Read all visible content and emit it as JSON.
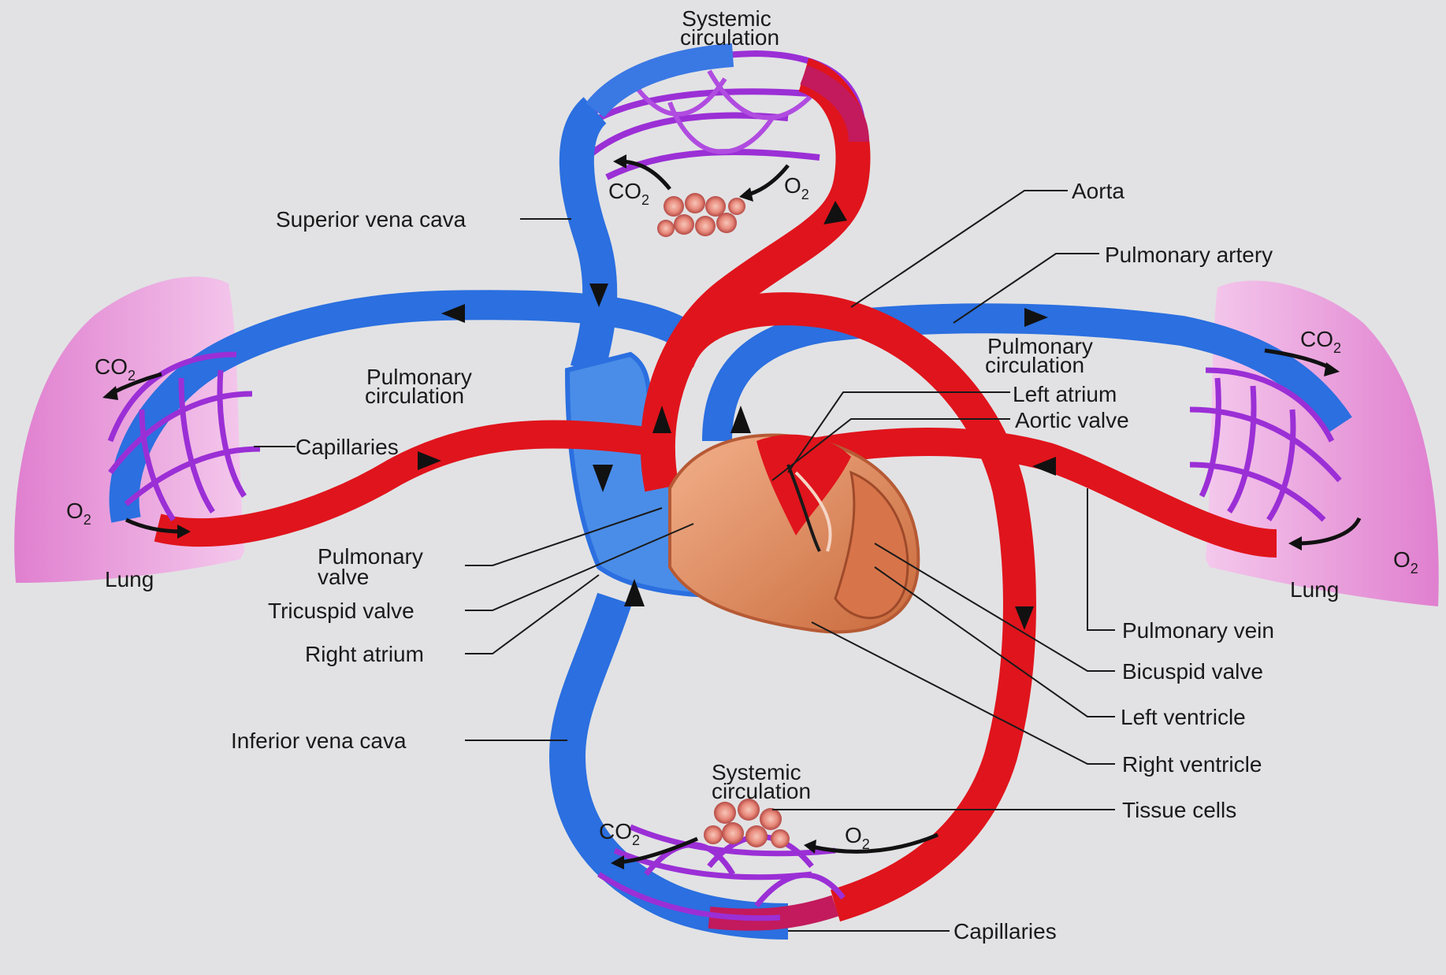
{
  "labels": {
    "systemic_top_1": "Systemic",
    "systemic_top_2": "circulation",
    "superior_vena_cava": "Superior vena cava",
    "aorta": "Aorta",
    "pulmonary_artery": "Pulmonary artery",
    "pulmonary_circulation_left_1": "Pulmonary",
    "pulmonary_circulation_left_2": "circulation",
    "pulmonary_circulation_right_1": "Pulmonary",
    "pulmonary_circulation_right_2": "circulation",
    "left_atrium": "Left atrium",
    "aortic_valve": "Aortic valve",
    "capillaries_left": "Capillaries",
    "lung_left": "Lung",
    "lung_right": "Lung",
    "pulmonary_valve_1": "Pulmonary",
    "pulmonary_valve_2": "valve",
    "tricuspid_valve": "Tricuspid valve",
    "right_atrium": "Right atrium",
    "inferior_vena_cava": "Inferior vena cava",
    "pulmonary_vein": "Pulmonary vein",
    "bicuspid_valve": "Bicuspid valve",
    "left_ventricle": "Left ventricle",
    "right_ventricle": "Right ventricle",
    "systemic_bottom_1": "Systemic",
    "systemic_bottom_2": "circulation",
    "tissue_cells": "Tissue cells",
    "capillaries_bottom": "Capillaries"
  },
  "gases": {
    "co2": "CO",
    "co2_sub": "2",
    "o2": "O",
    "o2_sub": "2"
  },
  "colors": {
    "oxygenated": "#e0141c",
    "deoxygenated": "#2b6fe0",
    "capillary": "#9b2fd6",
    "lung": "#e58fd6",
    "heart_muscle": "#e08a5a"
  }
}
